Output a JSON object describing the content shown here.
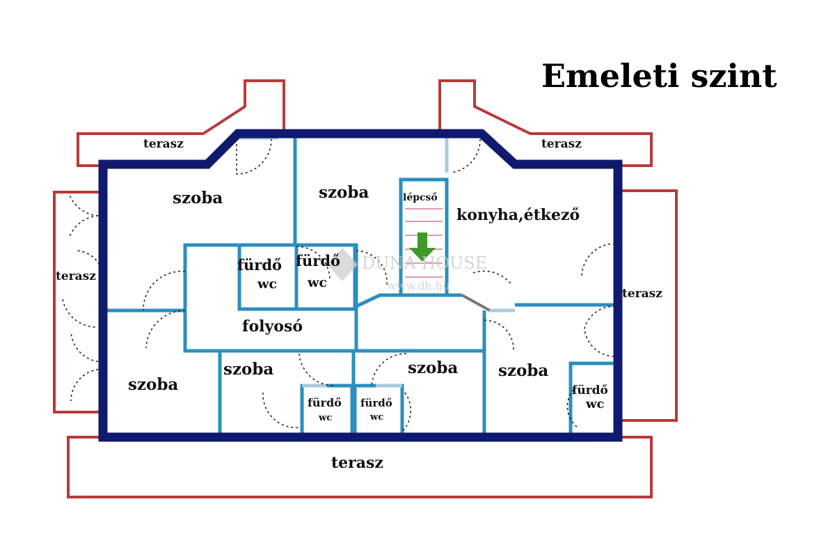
{
  "title": "Emeleti szint",
  "rooms": {
    "terrace_top_left": "terasz",
    "terrace_top_right": "terasz",
    "terrace_left": "terasz",
    "terrace_right": "terasz",
    "terrace_bottom": "terasz",
    "room_top_left": "szoba",
    "room_top_middle": "szoba",
    "stairs": "lépcső",
    "kitchen": "konyha,étkező",
    "bath1_line1": "fürdő",
    "bath1_line2": "wc",
    "bath2_line1": "fürdő",
    "bath2_line2": "wc",
    "corridor": "folyosó",
    "room_bottom_left": "szoba",
    "room_bottom_mid1": "szoba",
    "room_bottom_mid2": "szoba",
    "room_bottom_right": "szoba",
    "bath3_line1": "fürdő",
    "bath3_line2": "wc",
    "bath4_line1": "fürdő",
    "bath4_line2": "wc",
    "bath5_line1": "fürdő",
    "bath5_line2": "wc"
  },
  "watermark": {
    "brand": "DUNA HOUSE",
    "url": "www.dh.hu"
  },
  "colors": {
    "outer_wall": "#0f1a6e",
    "inner_wall": "#2a8fbf",
    "terrace_outline": "#b83a3a",
    "stair_arrow": "#3f9a2a"
  }
}
